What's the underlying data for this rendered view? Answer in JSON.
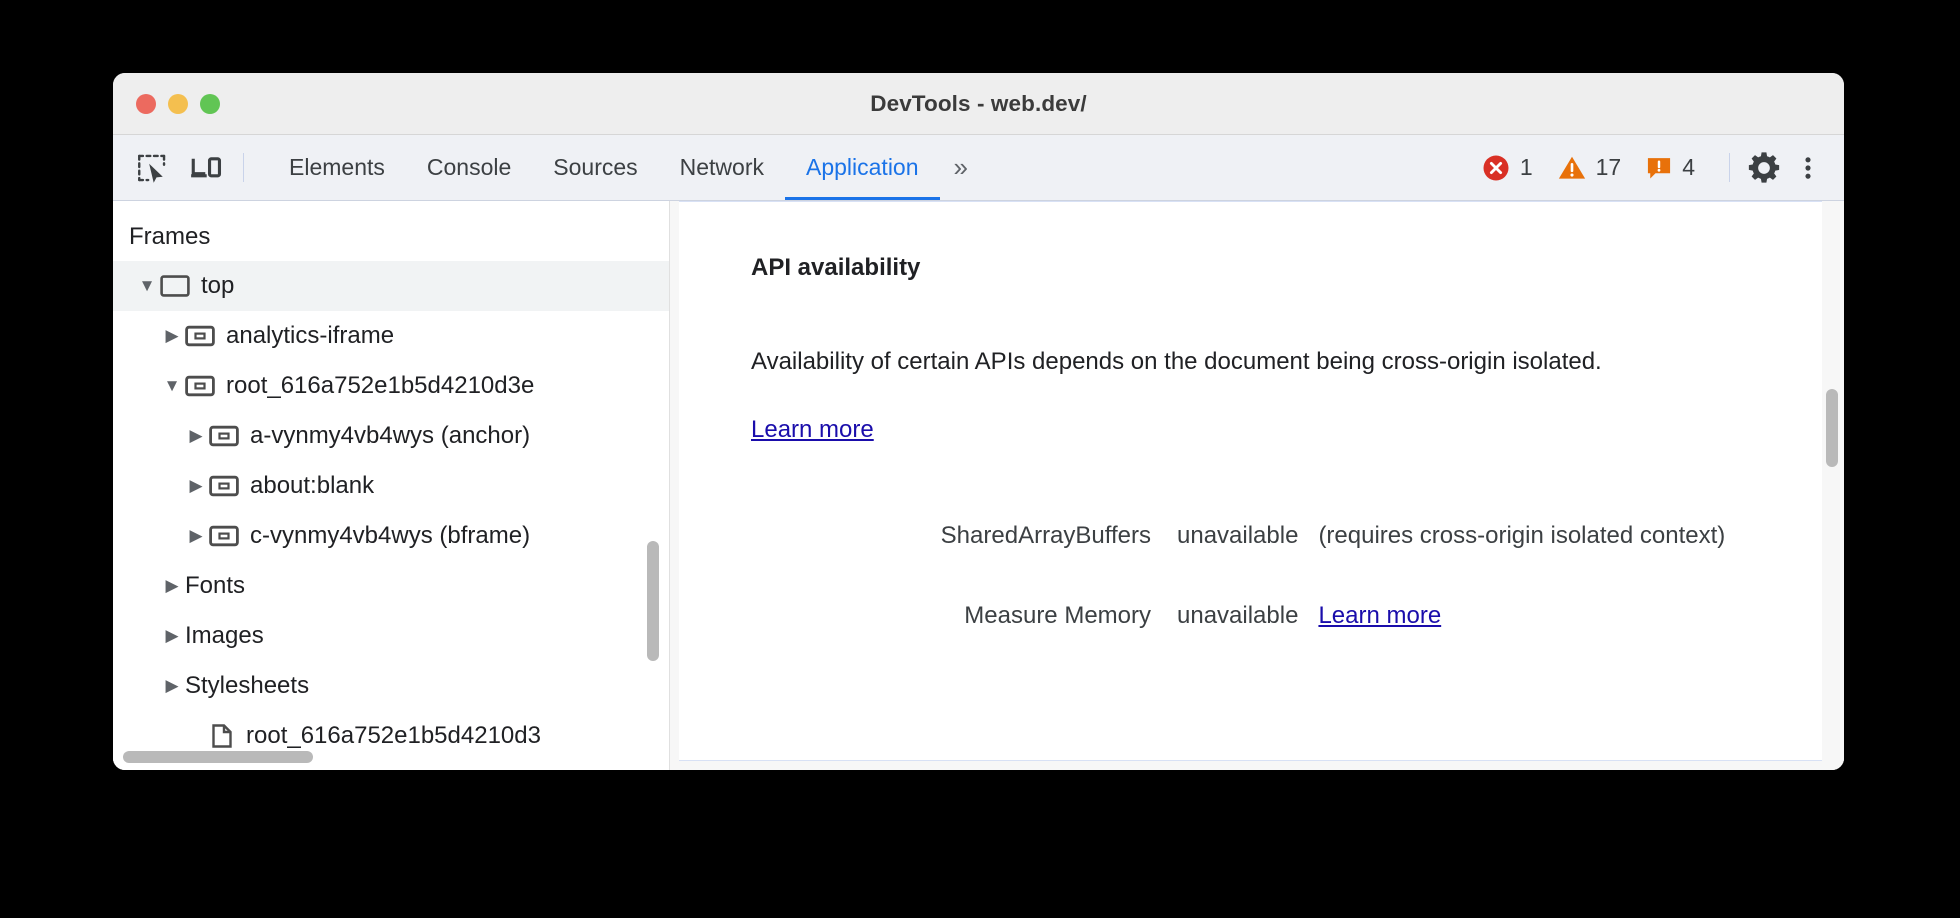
{
  "window": {
    "title": "DevTools - web.dev/",
    "traffic_lights": [
      "close-red",
      "minimize-yellow",
      "zoom-green"
    ]
  },
  "toolbar": {
    "inspect_icon": "inspect-element-icon",
    "device_toggle_icon": "device-toolbar-icon",
    "tabs": [
      {
        "label": "Elements",
        "active": false
      },
      {
        "label": "Console",
        "active": false
      },
      {
        "label": "Sources",
        "active": false
      },
      {
        "label": "Network",
        "active": false
      },
      {
        "label": "Application",
        "active": true
      }
    ],
    "more_tabs_label": "»",
    "counters": [
      {
        "name": "errors",
        "icon": "error-icon",
        "count": "1",
        "color": "#d93025"
      },
      {
        "name": "warnings",
        "icon": "warning-icon",
        "count": "17",
        "color": "#e8710a"
      },
      {
        "name": "issues",
        "icon": "issue-icon",
        "count": "4",
        "color": "#e8710a"
      }
    ],
    "settings_icon": "gear-icon",
    "menu_icon": "kebab-menu-icon"
  },
  "sidebar": {
    "header": "Frames",
    "tree": [
      {
        "label": "top",
        "indent": 0,
        "expanded": true,
        "has_icon": true,
        "selected": true
      },
      {
        "label": "analytics-iframe",
        "indent": 1,
        "expanded": false,
        "has_icon": true,
        "selected": false
      },
      {
        "label": "root_616a752e1b5d4210d3e",
        "indent": 1,
        "expanded": true,
        "has_icon": true,
        "selected": false
      },
      {
        "label": "a-vynmy4vb4wys (anchor)",
        "indent": 2,
        "expanded": false,
        "has_icon": true,
        "selected": false
      },
      {
        "label": "about:blank",
        "indent": 2,
        "expanded": false,
        "has_icon": true,
        "selected": false
      },
      {
        "label": "c-vynmy4vb4wys (bframe)",
        "indent": 2,
        "expanded": false,
        "has_icon": true,
        "selected": false
      },
      {
        "label": "Fonts",
        "indent": 1,
        "expanded": false,
        "has_icon": false,
        "selected": false
      },
      {
        "label": "Images",
        "indent": 1,
        "expanded": false,
        "has_icon": false,
        "selected": false
      },
      {
        "label": "Stylesheets",
        "indent": 1,
        "expanded": false,
        "has_icon": false,
        "selected": false
      },
      {
        "label": "root_616a752e1b5d4210d3",
        "indent": 2,
        "expanded": false,
        "has_icon": true,
        "selected": false
      }
    ]
  },
  "main": {
    "section_title": "API availability",
    "description_text": "Availability of certain APIs depends on the document being cross-origin isolated. ",
    "description_link": "Learn more",
    "rows": [
      {
        "name": "SharedArrayBuffers",
        "status": "unavailable",
        "note": "(requires cross-origin isolated context)",
        "link": ""
      },
      {
        "name": "Measure Memory",
        "status": "unavailable",
        "note": "",
        "link": "Learn more"
      }
    ]
  },
  "colors": {
    "accent_blue": "#1a73e8",
    "link_blue": "#1a0dab",
    "error_red": "#d93025",
    "warning_orange": "#e8710a",
    "toolbar_bg": "#eff1f5",
    "titlebar_bg": "#eeeeee"
  }
}
